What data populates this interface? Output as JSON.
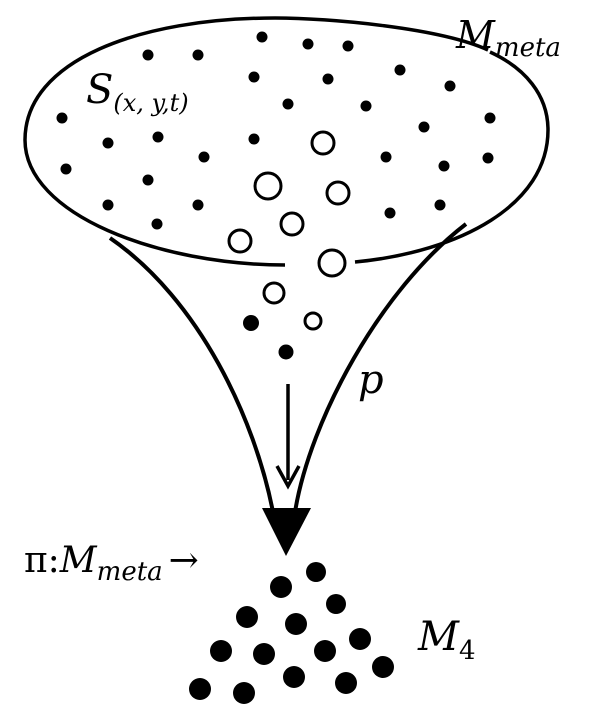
{
  "labels": {
    "meta_manifold": {
      "symbol": "M",
      "subscript": "meta"
    },
    "field": {
      "symbol": "S",
      "subscript": "(x, y,t)"
    },
    "map": {
      "symbol": "p"
    },
    "projection": {
      "prefix": "π:",
      "symbol": "M",
      "subscript": "meta",
      "arrow": "→"
    },
    "target_manifold": {
      "symbol": "M",
      "subscript": "4"
    }
  },
  "colors": {
    "ink": "#000000",
    "background": "#ffffff"
  }
}
